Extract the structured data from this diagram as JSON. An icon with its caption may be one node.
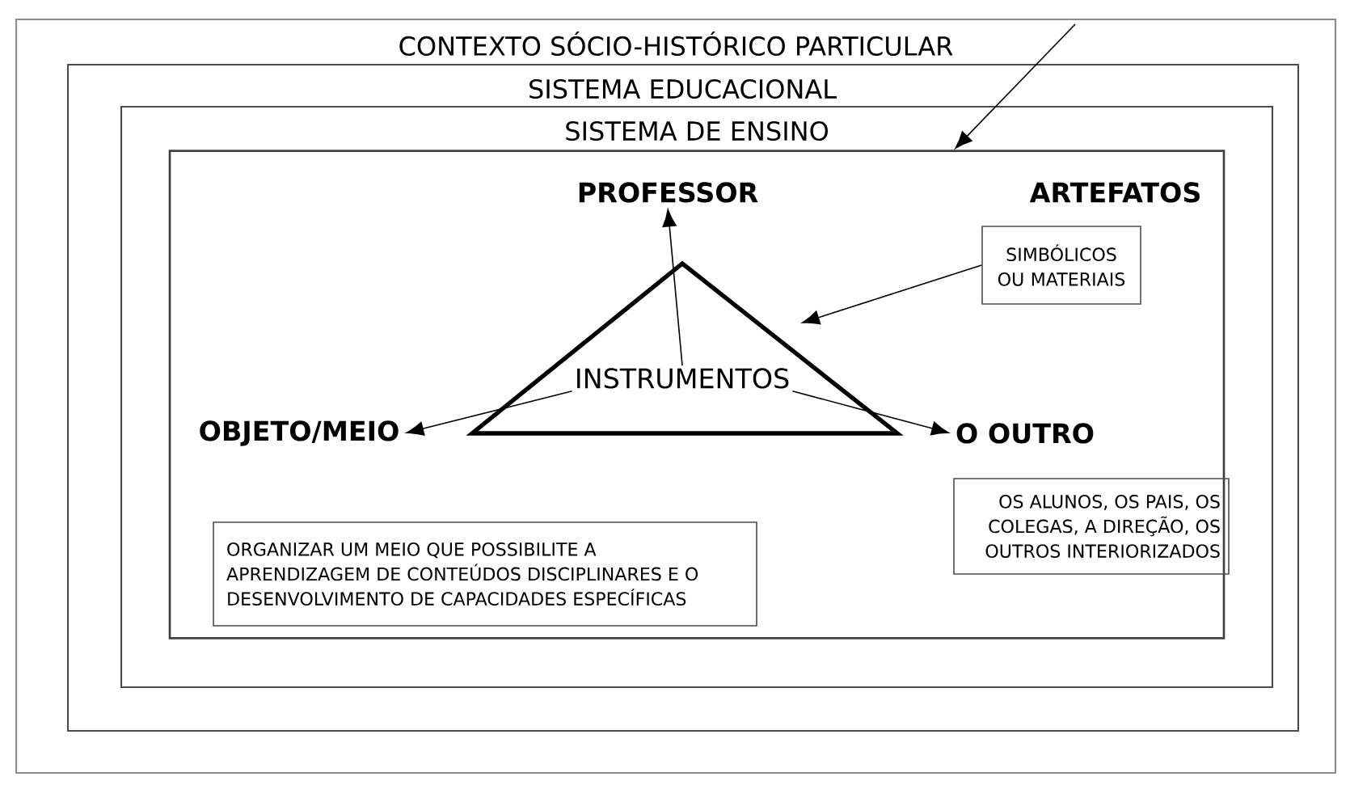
{
  "diagram": {
    "nodes": [
      {
        "text": [
          "CONTEXTO SÓCIO-HISTÓRICO PARTICULAR"
        ]
      },
      {
        "text": [
          "SISTEMA EDUCACIONAL"
        ],
        "in": 0
      },
      {
        "text": [
          "SISTEMA DE ENSINO"
        ],
        "in": 1
      },
      {
        "text": [],
        "shape": "box",
        "in": 2
      },
      {
        "text": [
          "INSTRUMENTOS"
        ],
        "in": 3
      },
      {
        "text": [
          "PROFESSOR"
        ],
        "in": 3
      },
      {
        "text": [
          "ARTEFATOS"
        ],
        "in": 3
      },
      {
        "text": [
          "SIMBÓLICOS OU MATERIAIS"
        ],
        "in": 3
      },
      {
        "text": [
          "OBJETO/MEIO"
        ],
        "in": 3
      },
      {
        "text": [
          "O OUTRO"
        ],
        "in": 3
      },
      {
        "text": [
          "OS ALUNOS, OS PAIS, OS COLEGAS, A DIREÇÃO, OS OUTROS INTERIORIZADOS"
        ],
        "in": 3
      },
      {
        "text": [
          "ORGANIZAR UM MEIO QUE POSSIBILITE A APRENDIZAGEM DE CONTEÚDOS DISCIPLINARES E O DESENVOLVIMENTO DE CAPACIDADES ESPECÍFICAS"
        ],
        "in": 3
      }
    ],
    "edges": [
      {
        "from": null,
        "to": 3,
        "arrow": "to"
      },
      {
        "from": 4,
        "to": 5,
        "arrow": "to"
      },
      {
        "from": 4,
        "to": 8,
        "arrow": "to"
      },
      {
        "from": 4,
        "to": 9,
        "arrow": "to"
      },
      {
        "from": 7,
        "to": 4,
        "arrow": "to"
      }
    ]
  }
}
